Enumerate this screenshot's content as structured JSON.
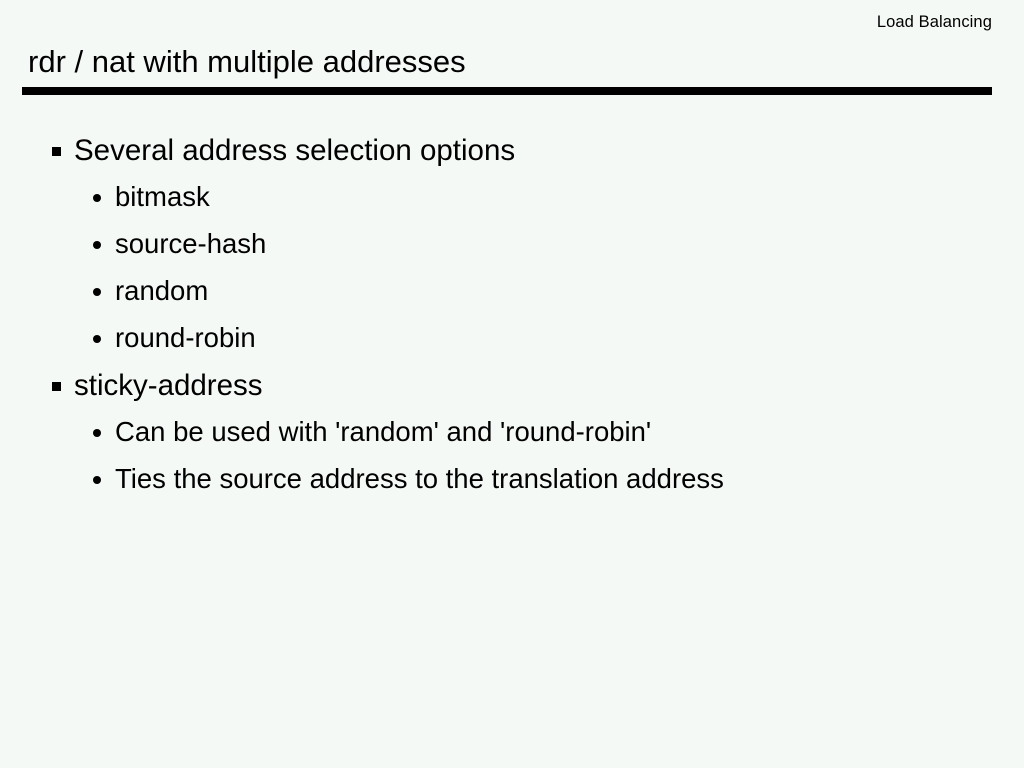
{
  "header": {
    "running_title": "Load Balancing"
  },
  "title": {
    "text": "rdr / nat with multiple addresses"
  },
  "colors": {
    "background": "#f5f9f6",
    "text": "#000000",
    "rule": "#000000"
  },
  "body": {
    "items": [
      {
        "level": 1,
        "bullet": "square-bullet-icon",
        "text": "Several address selection options"
      },
      {
        "level": 2,
        "bullet": "disc-bullet-icon",
        "text": "bitmask"
      },
      {
        "level": 2,
        "bullet": "disc-bullet-icon",
        "text": "source-hash"
      },
      {
        "level": 2,
        "bullet": "disc-bullet-icon",
        "text": "random"
      },
      {
        "level": 2,
        "bullet": "disc-bullet-icon",
        "text": "round-robin"
      },
      {
        "level": 1,
        "bullet": "square-bullet-icon",
        "text": "sticky-address"
      },
      {
        "level": 2,
        "bullet": "disc-bullet-icon",
        "text": "Can be used with 'random' and 'round-robin'"
      },
      {
        "level": 2,
        "bullet": "disc-bullet-icon",
        "text": "Ties the source address to the translation address"
      }
    ]
  }
}
